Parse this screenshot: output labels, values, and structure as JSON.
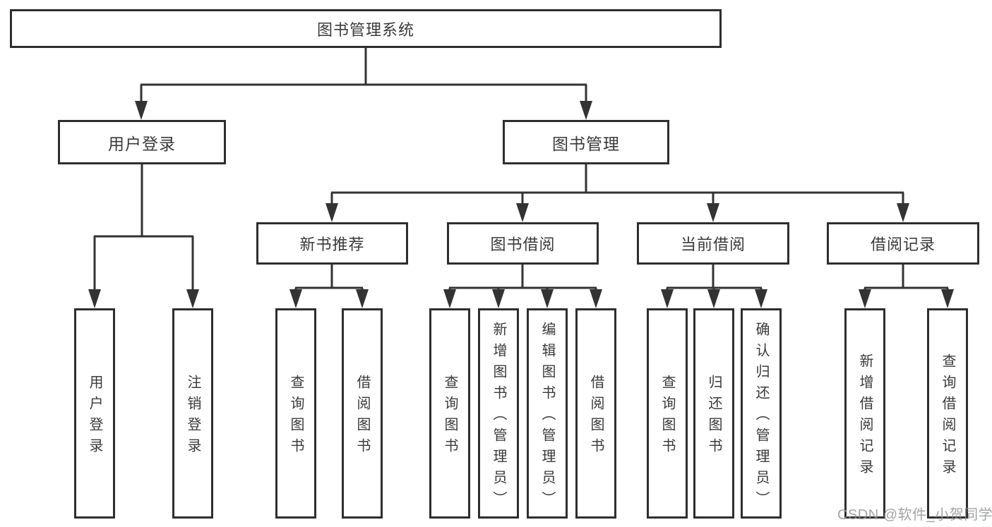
{
  "tree": {
    "root": "图书管理系统",
    "children": [
      {
        "label": "用户登录",
        "children": [
          {
            "label": "用户登录"
          },
          {
            "label": "注销登录"
          }
        ]
      },
      {
        "label": "图书管理",
        "children": [
          {
            "label": "新书推荐",
            "children": [
              {
                "label": "查询图书"
              },
              {
                "label": "借阅图书"
              }
            ]
          },
          {
            "label": "图书借阅",
            "children": [
              {
                "label": "查询图书"
              },
              {
                "label": "新增图书（管理员）"
              },
              {
                "label": "编辑图书（管理员）"
              },
              {
                "label": "借阅图书"
              }
            ]
          },
          {
            "label": "当前借阅",
            "children": [
              {
                "label": "查询图书"
              },
              {
                "label": "归还图书"
              },
              {
                "label": "确认归还（管理员）"
              }
            ]
          },
          {
            "label": "借阅记录",
            "children": [
              {
                "label": "新增借阅记录"
              },
              {
                "label": "查询借阅记录"
              }
            ]
          }
        ]
      }
    ]
  },
  "watermark": "CSDN @软件_小贺同学",
  "colors": {
    "line": "#333333",
    "box_border": "#2e2e2e",
    "text": "#3a3a3a",
    "watermark": "#919498",
    "background": "#ffffff"
  }
}
